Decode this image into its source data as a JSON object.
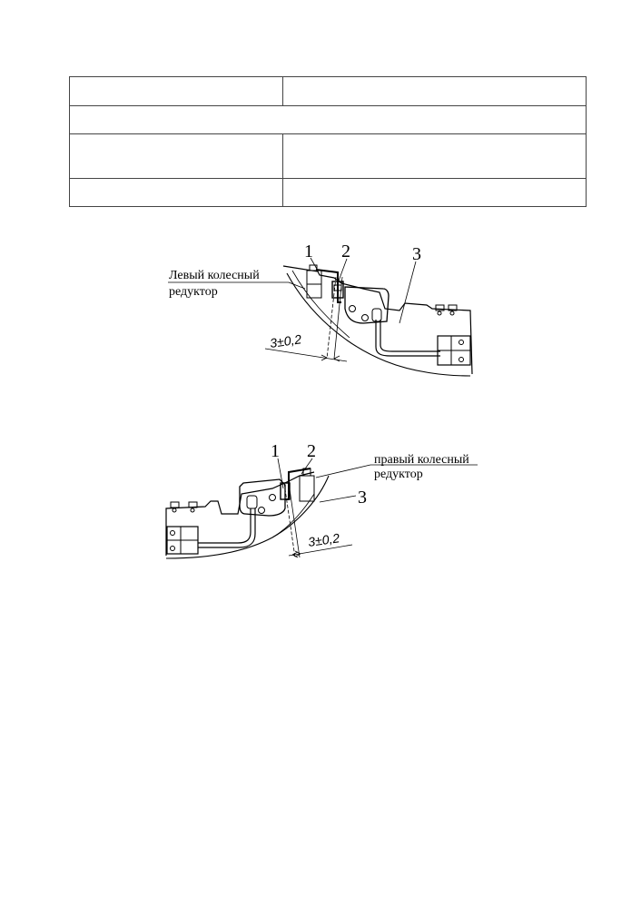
{
  "table": {
    "rows": [
      [
        "",
        ""
      ],
      [
        ""
      ],
      [
        "",
        ""
      ],
      [
        "",
        ""
      ]
    ]
  },
  "figure_left": {
    "callouts": [
      "1",
      "2",
      "3"
    ],
    "label_line1": "Левый колесный",
    "label_line2": "редуктор",
    "dimension": "3±0,2"
  },
  "figure_right": {
    "callouts": [
      "1",
      "2",
      "3"
    ],
    "label_line1": "правый колесный",
    "label_line2": "редуктор",
    "dimension": "3±0,2"
  }
}
